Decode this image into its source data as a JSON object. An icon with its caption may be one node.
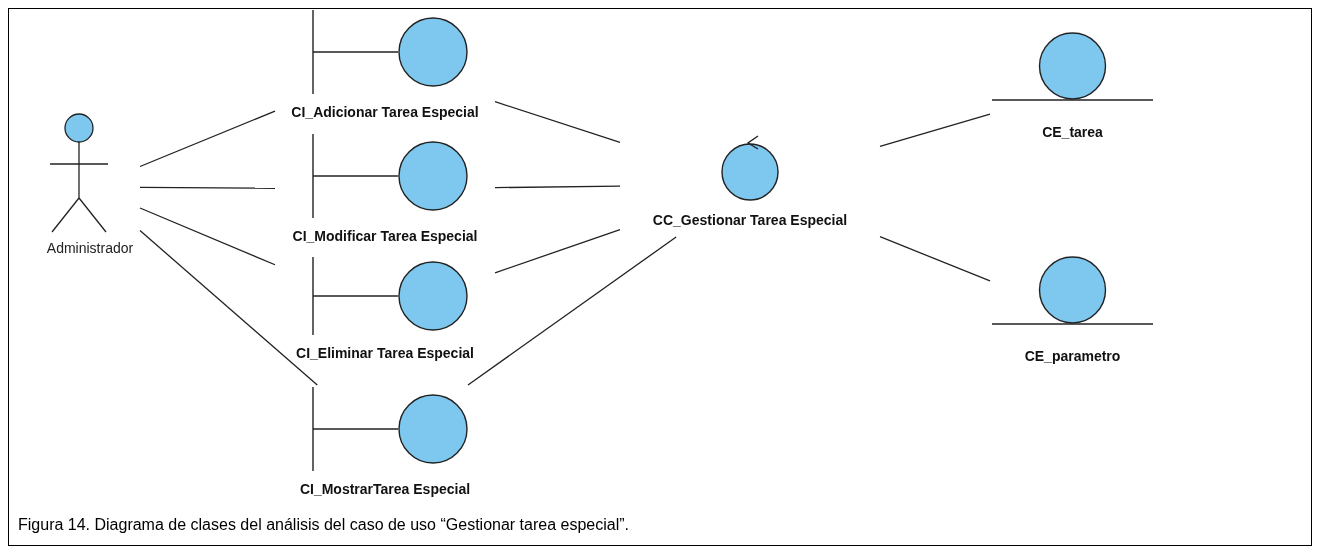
{
  "diagram": {
    "caption": "Figura 14. Diagrama de clases del análisis del caso de uso “Gestionar tarea especial”.",
    "nodes": [
      {
        "text": [
          "Administrador"
        ]
      },
      {
        "text": [
          "CI_Adicionar Tarea Especial"
        ]
      },
      {
        "text": [
          "CI_Modificar Tarea Especial"
        ]
      },
      {
        "text": [
          "CI_Eliminar Tarea Especial"
        ]
      },
      {
        "text": [
          "CI_MostrarTarea Especial"
        ]
      },
      {
        "text": [
          "CC_Gestionar Tarea Especial"
        ]
      },
      {
        "text": [
          "CE_tarea"
        ]
      },
      {
        "text": [
          "CE_parametro"
        ]
      }
    ],
    "edges": [
      {
        "from": 0,
        "to": 1,
        "arrow": "none"
      },
      {
        "from": 0,
        "to": 2,
        "arrow": "none"
      },
      {
        "from": 0,
        "to": 3,
        "arrow": "none"
      },
      {
        "from": 0,
        "to": 4,
        "arrow": "none"
      },
      {
        "from": 1,
        "to": 5,
        "arrow": "none"
      },
      {
        "from": 2,
        "to": 5,
        "arrow": "none"
      },
      {
        "from": 3,
        "to": 5,
        "arrow": "none"
      },
      {
        "from": 4,
        "to": 5,
        "arrow": "none"
      },
      {
        "from": 5,
        "to": 6,
        "arrow": "none"
      },
      {
        "from": 5,
        "to": 7,
        "arrow": "none"
      }
    ]
  }
}
